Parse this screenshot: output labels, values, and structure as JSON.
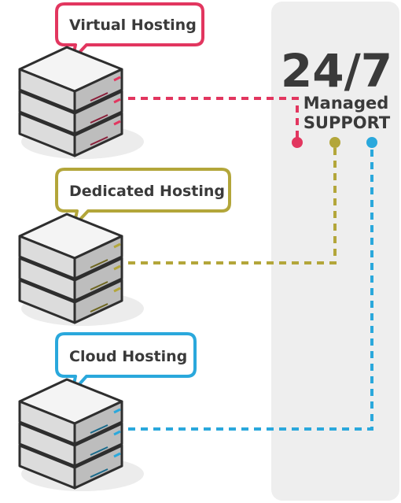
{
  "colors": {
    "virtual": "#e2365f",
    "dedicated": "#b3a63a",
    "cloud": "#2aa8dc",
    "panel": "#eeeeee",
    "text": "#3a3a3a"
  },
  "hosting": [
    {
      "id": "virtual",
      "label": "Virtual Hosting"
    },
    {
      "id": "dedicated",
      "label": "Dedicated Hosting"
    },
    {
      "id": "cloud",
      "label": "Cloud Hosting"
    }
  ],
  "support": {
    "hours": "24/7",
    "line1": "Managed",
    "line2": "SUPPORT"
  }
}
